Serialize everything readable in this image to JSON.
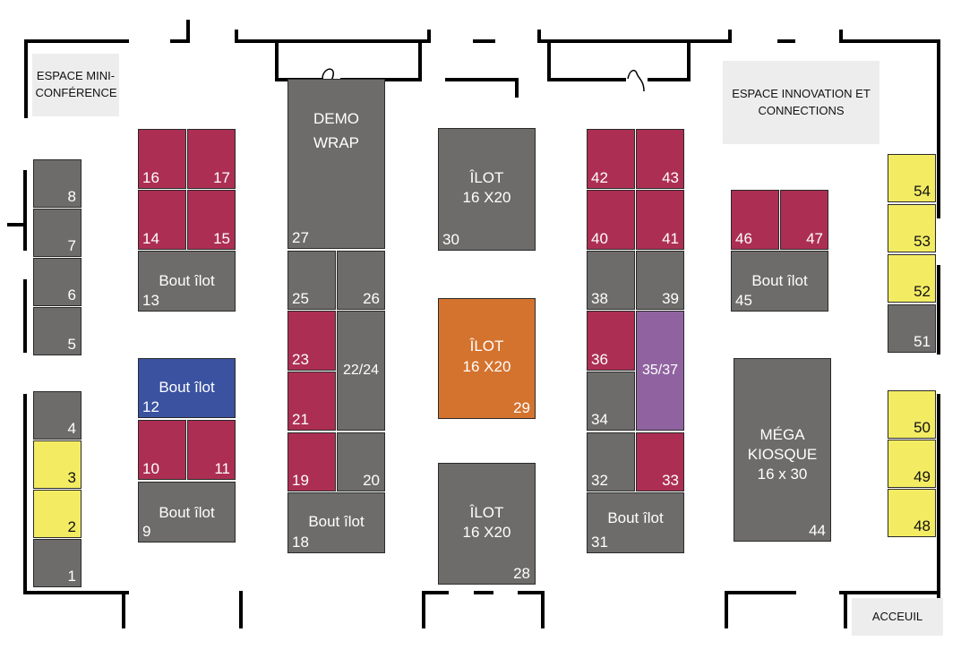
{
  "areas": {
    "mini_conf": "ESPACE MINI-CONFÉRENCE",
    "innovation": "ESPACE INNOVATION ET CONNECTIONS",
    "accueil": "ACCEUIL"
  },
  "labels": {
    "demo_line1": "DEMO",
    "demo_line2": "WRAP",
    "ilot_line1": "ÎLOT",
    "ilot_line2": "16 X20",
    "mega_line1": "MÉGA",
    "mega_line2": "KIOSQUE",
    "mega_line3": "16 x 30",
    "bout_ilot": "Bout îlot"
  },
  "booths": {
    "b1": "1",
    "b2": "2",
    "b3": "3",
    "b4": "4",
    "b5": "5",
    "b6": "6",
    "b7": "7",
    "b8": "8",
    "b9": "9",
    "b10": "10",
    "b11": "11",
    "b12": "12",
    "b13": "13",
    "b14": "14",
    "b15": "15",
    "b16": "16",
    "b17": "17",
    "b18": "18",
    "b19": "19",
    "b20": "20",
    "b21": "21",
    "b22_24": "22/24",
    "b23": "23",
    "b25": "25",
    "b26": "26",
    "b27": "27",
    "b28": "28",
    "b29": "29",
    "b30": "30",
    "b31": "31",
    "b32": "32",
    "b33": "33",
    "b34": "34",
    "b35_37": "35/37",
    "b36": "36",
    "b38": "38",
    "b39": "39",
    "b40": "40",
    "b41": "41",
    "b42": "42",
    "b43": "43",
    "b44": "44",
    "b45": "45",
    "b46": "46",
    "b47": "47",
    "b48": "48",
    "b49": "49",
    "b50": "50",
    "b51": "51",
    "b52": "52",
    "b53": "53",
    "b54": "54"
  },
  "colors": {
    "grey": "#6d6c6a",
    "red": "#ac2f53",
    "yellow": "#f3ec63",
    "orange": "#d4732e",
    "blue": "#3a52a0",
    "purple": "#9063a0",
    "area_bg": "#ededed"
  }
}
